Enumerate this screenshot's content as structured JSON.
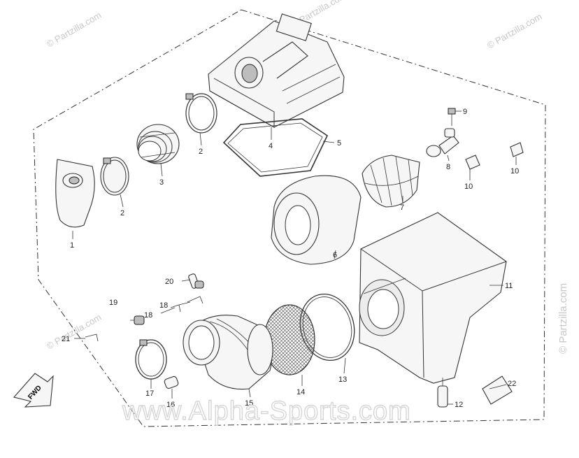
{
  "watermarks": {
    "partzilla": "© Partzilla.com",
    "alpha_sports": "www.Alpha-Sports.com"
  },
  "fwd_label": "FWD",
  "callouts": [
    {
      "id": "p1",
      "label": "1"
    },
    {
      "id": "p2a",
      "label": "2"
    },
    {
      "id": "p2b",
      "label": "2"
    },
    {
      "id": "p3",
      "label": "3"
    },
    {
      "id": "p4",
      "label": "4"
    },
    {
      "id": "p5",
      "label": "5"
    },
    {
      "id": "p6",
      "label": "6"
    },
    {
      "id": "p7",
      "label": "7"
    },
    {
      "id": "p8",
      "label": "8"
    },
    {
      "id": "p9",
      "label": "9"
    },
    {
      "id": "p10a",
      "label": "10"
    },
    {
      "id": "p10b",
      "label": "10"
    },
    {
      "id": "p11",
      "label": "11"
    },
    {
      "id": "p12",
      "label": "12"
    },
    {
      "id": "p13",
      "label": "13"
    },
    {
      "id": "p14",
      "label": "14"
    },
    {
      "id": "p15",
      "label": "15"
    },
    {
      "id": "p16",
      "label": "16"
    },
    {
      "id": "p17",
      "label": "17"
    },
    {
      "id": "p18a",
      "label": "18"
    },
    {
      "id": "p18b",
      "label": "18"
    },
    {
      "id": "p19",
      "label": "19"
    },
    {
      "id": "p20",
      "label": "20"
    },
    {
      "id": "p21",
      "label": "21"
    },
    {
      "id": "p22",
      "label": "22"
    }
  ]
}
